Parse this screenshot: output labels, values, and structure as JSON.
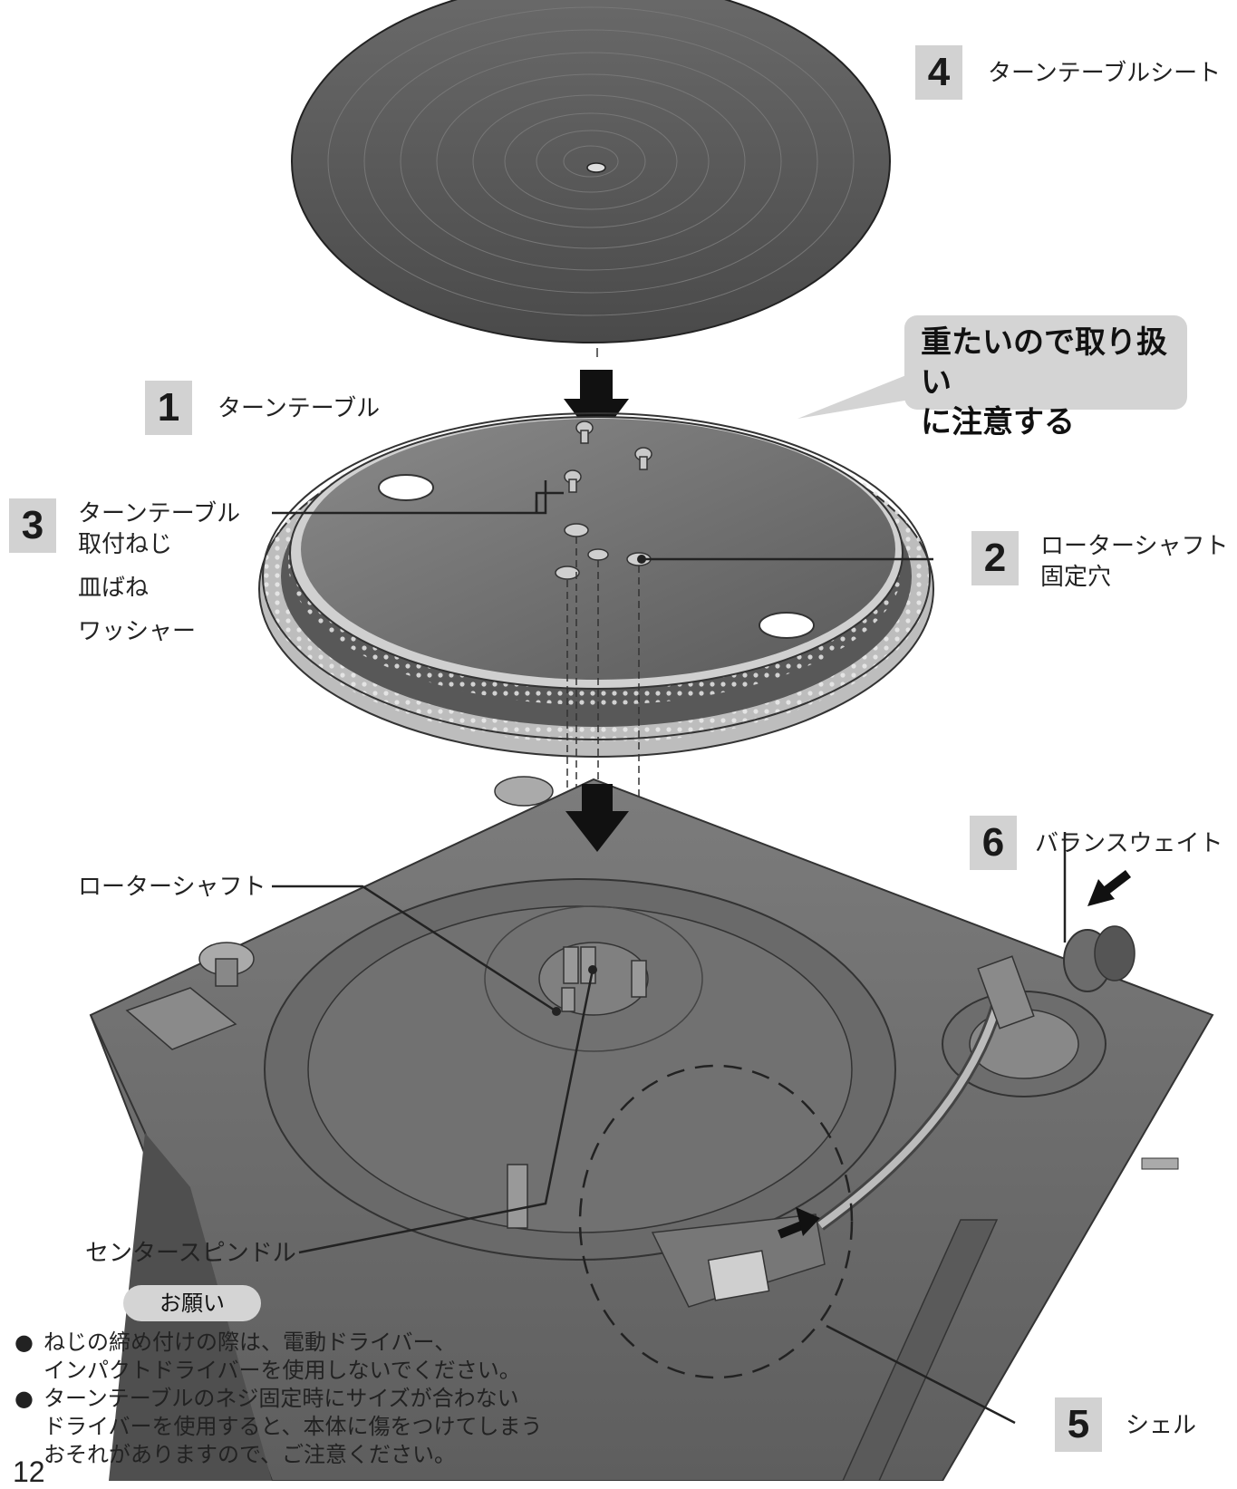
{
  "callouts": {
    "c1": {
      "num": "1",
      "label": "ターンテーブル"
    },
    "c2": {
      "num": "2",
      "label_line1": "ローターシャフト",
      "label_line2": "固定穴"
    },
    "c3": {
      "num": "3",
      "label_line1": "ターンテーブル",
      "label_line2": "取付ねじ",
      "label_line3": "皿ばね",
      "label_line4": "ワッシャー"
    },
    "c4": {
      "num": "4",
      "label": "ターンテーブルシート"
    },
    "c5": {
      "num": "5",
      "label": "シェル"
    },
    "c6": {
      "num": "6",
      "label": "バランスウェイト"
    }
  },
  "side_labels": {
    "rotor_shaft": "ローターシャフト",
    "center_spindle": "センタースピンドル"
  },
  "warning_bubble": {
    "line1": "重たいので取り扱い",
    "line2": "に注意する"
  },
  "notice": {
    "badge": "お願い",
    "bullet": "●",
    "items": [
      {
        "line1": "ねじの締め付けの際は、電動ドライバー、",
        "line2": "インパクトドライバーを使用しないでください。"
      },
      {
        "line1": "ターンテーブルのネジ固定時にサイズが合わない",
        "line2": "ドライバーを使用すると、本体に傷をつけてしまう",
        "line3": "おそれがありますので、ご注意ください。"
      }
    ]
  },
  "page_number": "12",
  "colors": {
    "body_fill": "#6e6e6e",
    "mat_fill": "#555555",
    "platter_fill": "#727272",
    "badge_gray": "#d2d2d2"
  }
}
